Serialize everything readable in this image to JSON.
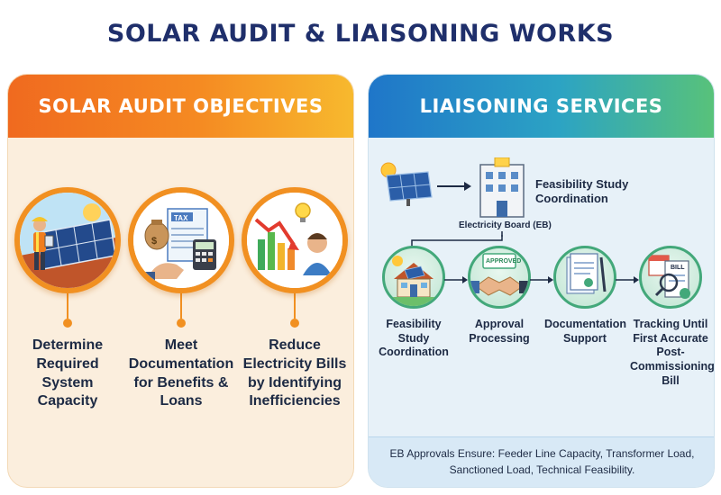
{
  "title": "SOLAR AUDIT & LIAISONING WORKS",
  "left_panel": {
    "heading": "SOLAR AUDIT OBJECTIVES",
    "objectives": [
      {
        "icon": "worker-solar-panel-icon",
        "label": "Determine Required System Capacity"
      },
      {
        "icon": "tax-document-calculator-icon",
        "label": "Meet Documentation for Benefits & Loans"
      },
      {
        "icon": "bill-reduction-chart-icon",
        "label": "Reduce Electricity Bills by Identifying Inefficiencies"
      }
    ],
    "tax_tag": "TAX",
    "tax_small": "TAX"
  },
  "right_panel": {
    "heading": "LIAISONING SERVICES",
    "eb_label": "Electricity Board (EB)",
    "top_label": "Feasibility Study Coordination",
    "steps": [
      {
        "icon": "house-solar-icon",
        "label": "Feasibility Study Coordination"
      },
      {
        "icon": "handshake-approved-icon",
        "label": "Approval Processing"
      },
      {
        "icon": "document-pen-icon",
        "label": "Documentation Support"
      },
      {
        "icon": "bill-magnifier-icon",
        "label": "Tracking Until First Accurate Post-Commissioning Bill"
      }
    ],
    "approved_tag": "APPROVED",
    "bill_tag": "BILL",
    "note": "EB Approvals Ensure: Feeder Line Capacity, Transformer Load, Sanctioned Load, Technical Feasibility."
  },
  "colors": {
    "title": "#1f2f6b",
    "orange": "#f19021",
    "blue": "#1f76c9",
    "green": "#43a87a"
  }
}
